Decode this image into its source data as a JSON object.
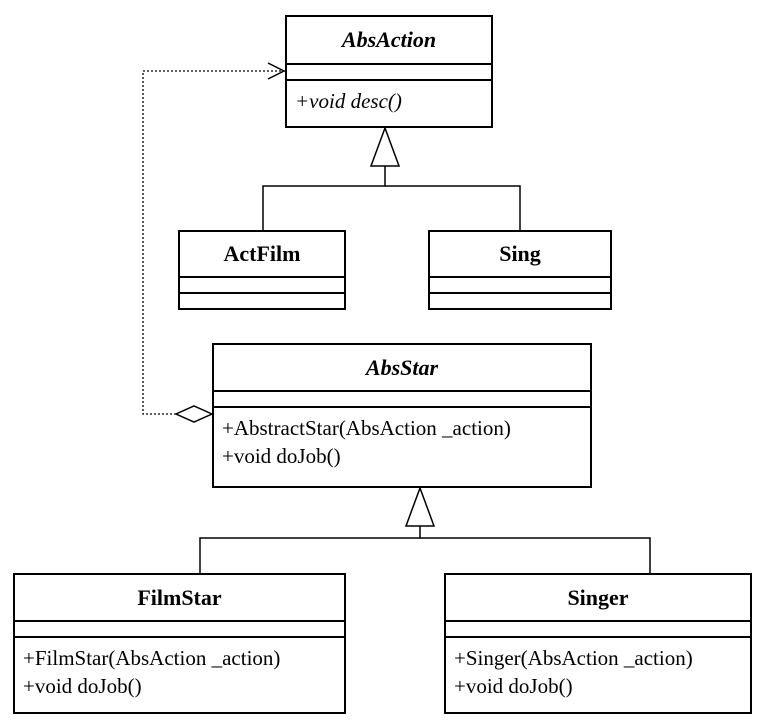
{
  "diagram": {
    "classes": {
      "absaction": {
        "name": "AbsAction",
        "abstract": true,
        "operations": [
          "+void desc()"
        ]
      },
      "actfilm": {
        "name": "ActFilm",
        "abstract": false,
        "operations": []
      },
      "sing": {
        "name": "Sing",
        "abstract": false,
        "operations": []
      },
      "absstar": {
        "name": "AbsStar",
        "abstract": true,
        "operations": [
          "+AbstractStar(AbsAction _action)",
          "+void doJob()"
        ]
      },
      "filmstar": {
        "name": "FilmStar",
        "abstract": false,
        "operations": [
          "+FilmStar(AbsAction _action)",
          "+void doJob()"
        ]
      },
      "singer": {
        "name": "Singer",
        "abstract": false,
        "operations": [
          "+Singer(AbsAction _action)",
          "+void doJob()"
        ]
      }
    },
    "relations": [
      {
        "type": "generalization",
        "from": [
          "ActFilm",
          "Sing"
        ],
        "to": "AbsAction"
      },
      {
        "type": "generalization",
        "from": [
          "FilmStar",
          "Singer"
        ],
        "to": "AbsStar"
      },
      {
        "type": "aggregation-dependency",
        "from": "AbsStar",
        "to": "AbsAction"
      }
    ]
  }
}
